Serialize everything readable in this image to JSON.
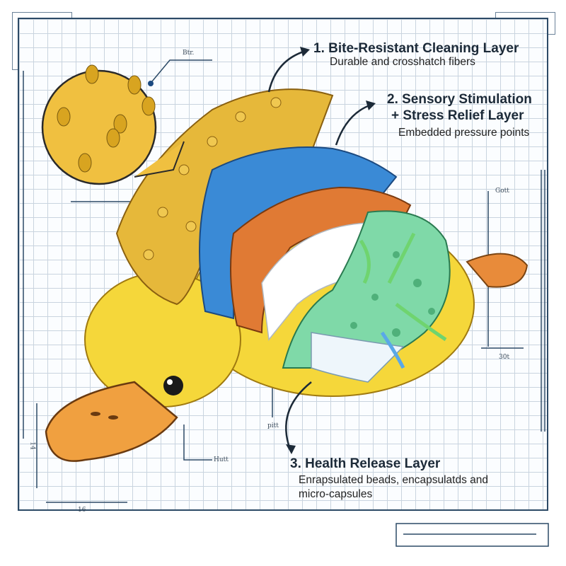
{
  "diagram": {
    "subject": "plush duck toy cutaway",
    "colors": {
      "grid_line": "#c9d4df",
      "frame": "#2c4a66",
      "duck_yellow": "#f5d73a",
      "cleaning_layer": "#e6b83a",
      "sensory_layer": "#3a8ad6",
      "stress_layer": "#e07a34",
      "stuffing": "#ffffff",
      "health_layer": "#7fd9a8",
      "bill": "#f0a040",
      "arrow_green": "#6fd46f",
      "text_dark": "#1c2a38"
    },
    "callouts": [
      {
        "number": "1.",
        "title": "1. Bite-Resistant Cleaning Layer",
        "description": "Durable and crosshatch fibers"
      },
      {
        "number": "2.",
        "title_line1": "2. Sensory Stimulation",
        "title_line2": "+ Stress Relief Layer",
        "description": "Embedded pressure points"
      },
      {
        "number": "3.",
        "title": "3. Health Release Layer",
        "description_line1": "Enrapsulated beads, encapsulatds and",
        "description_line2": "micro-capsules"
      }
    ],
    "dimension_labels": {
      "zoom_detail": "Btr.",
      "right_top": "Gott",
      "right_bottom": "30t",
      "belly": "pitt",
      "head": "Hutt",
      "bill_height": "14",
      "bill_width": "16"
    }
  }
}
